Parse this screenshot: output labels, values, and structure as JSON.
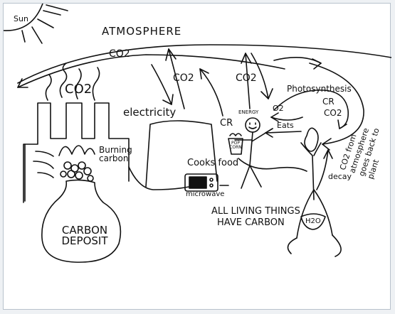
{
  "labels": {
    "sun": "Sun",
    "atmosphere": "ATMOSPHERE",
    "co2_sky": "CO2",
    "co2_smoke": "CO2",
    "co2_mid": "CO2",
    "co2_right": "CO2",
    "co2_plant": "CO2",
    "electricity": "electricity",
    "burning_carbon": "Burning carbon",
    "carbon_deposit": "CARBON DEPOSIT",
    "cr_person": "CR",
    "cr_plant": "CR",
    "photosynthesis": "Photosynthesis",
    "o2": "O2",
    "eats": "Eats",
    "energy": "ENERGY",
    "corn_box": "POP CORN",
    "cooks_food": "Cooks food",
    "microwave": "microwave",
    "all_living_1": "ALL LIVING THINGS",
    "all_living_2": "HAVE CARBON",
    "h2o": "H2O",
    "decay": "decay",
    "co2_return": "CO2 from atmosphere goes back to plant"
  },
  "colors": {
    "ink": "#111111",
    "paper": "#ffffff",
    "frame": "#b8c2cc"
  }
}
